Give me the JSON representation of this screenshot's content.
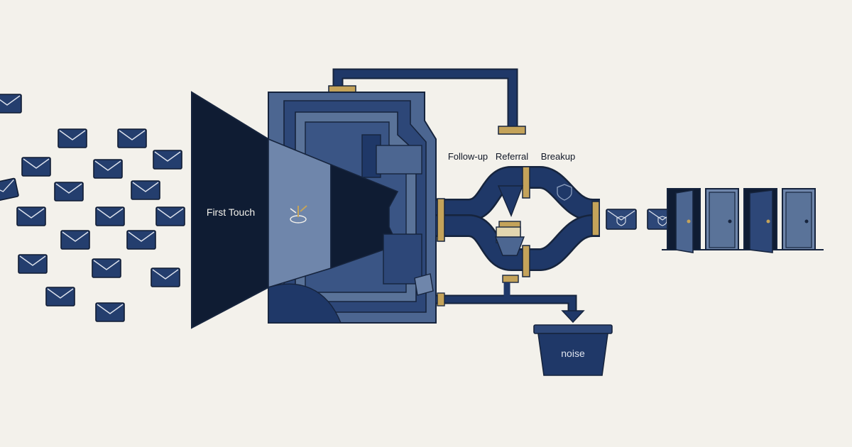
{
  "labels": {
    "first_touch": "First Touch",
    "follow_up": "Follow-up",
    "referral": "Referral",
    "breakup": "Breakup",
    "noise": "noise"
  },
  "colors": {
    "background": "#f3f1eb",
    "navy": "#1f3868",
    "navy_dark": "#0f1c33",
    "steel": "#4c6691",
    "steel_light": "#6f86ab",
    "gold": "#c4a35a",
    "outline": "#16243d"
  },
  "icons": [
    "envelope-icon",
    "shield-envelope-icon",
    "spark-icon",
    "door-icon"
  ]
}
